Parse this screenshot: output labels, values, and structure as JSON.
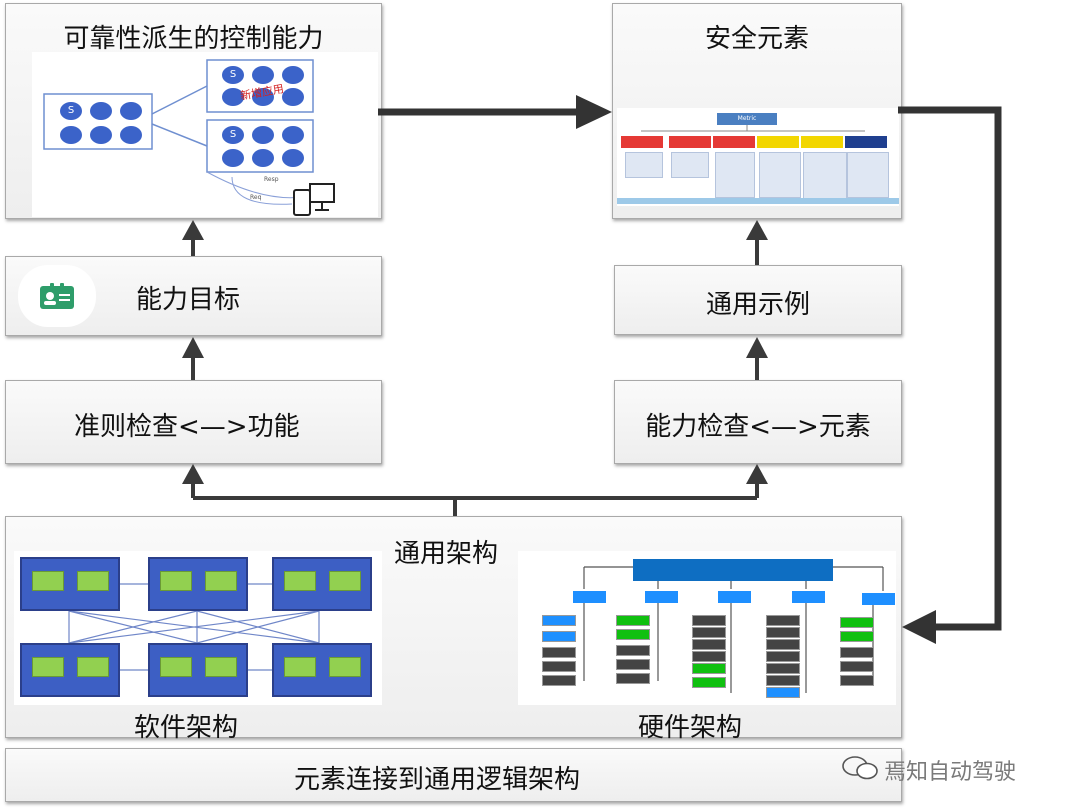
{
  "boxes": {
    "reliability": "可靠性派生的控制能力",
    "safety_elements": "安全元素",
    "capability_goal": "能力目标",
    "generic_example": "通用示例",
    "criteria_check": "准则检查<—>功能",
    "capability_check": "能力检查<—>元素",
    "generic_arch": "通用架构",
    "software_arch": "软件架构",
    "hardware_arch": "硬件架构",
    "footer": "元素连接到通用逻辑架构"
  },
  "reliability_figure": {
    "node_label": "S",
    "overlay_text": "新增应用",
    "resp": "Resp",
    "req": "Req"
  },
  "safety_figure": {
    "root": "Metric",
    "colors": [
      "#e53935",
      "#e53935",
      "#e53935",
      "#f2d600",
      "#f2d600",
      "#1f3f8f"
    ]
  },
  "watermark": "焉知自动驾驶",
  "colors": {
    "arrow": "#3a3a3a",
    "connector": "#4a4a4a",
    "accent_blue": "#3b63c9",
    "green": "#92d050"
  }
}
